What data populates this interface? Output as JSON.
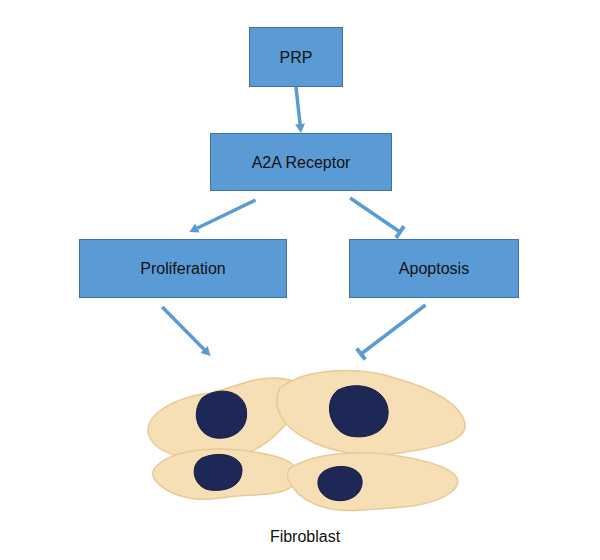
{
  "diagram": {
    "nodes": [
      {
        "text": [
          "PRP"
        ]
      },
      {
        "text": [
          "A2A Receptor"
        ]
      },
      {
        "text": [
          "Proliferation"
        ]
      },
      {
        "text": [
          "Apoptosis"
        ]
      },
      {
        "text": [
          "Fibroblast"
        ]
      }
    ],
    "edges": [
      {
        "from": 0,
        "to": 1,
        "arrow": "to"
      },
      {
        "from": 1,
        "to": 2,
        "arrow": "to"
      },
      {
        "from": 1,
        "to": 3,
        "arrow": "to"
      },
      {
        "from": 2,
        "to": 4,
        "arrow": "to"
      },
      {
        "from": 3,
        "to": 4,
        "arrow": "to"
      }
    ]
  }
}
